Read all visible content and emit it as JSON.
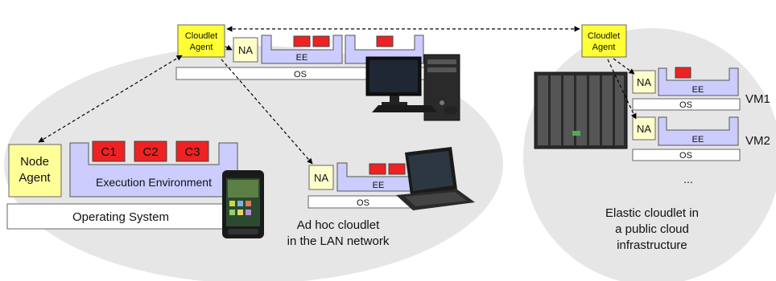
{
  "mobile_node": {
    "node_agent": [
      "Node",
      "Agent"
    ],
    "components": [
      "C1",
      "C2",
      "C3"
    ],
    "execution_environment": "Execution Environment",
    "operating_system": "Operating System"
  },
  "lan_cloudlet": {
    "cloudlet_agent": [
      "Cloudlet",
      "Agent"
    ],
    "desktop": {
      "na": "NA",
      "ee": "EE",
      "os": "OS"
    },
    "laptop": {
      "na": "NA",
      "ee": "EE",
      "os": "OS"
    },
    "caption": [
      "Ad hoc cloudlet",
      "in the LAN network"
    ]
  },
  "public_cloudlet": {
    "cloudlet_agent": [
      "Cloudlet",
      "Agent"
    ],
    "vms": [
      {
        "name": "VM1",
        "na": "NA",
        "ee": "EE",
        "os": "OS"
      },
      {
        "name": "VM2",
        "na": "NA",
        "ee": "EE",
        "os": "OS"
      }
    ],
    "ellipsis": "...",
    "caption": [
      "Elastic cloudlet in",
      "a public cloud",
      "infrastructure"
    ]
  },
  "colors": {
    "region_fill": "#e6e6e6",
    "agent_yellow": "#ffff33",
    "agent_light": "#ffffcc",
    "ee_purple": "#ccccff",
    "component_red": "#ee2222"
  }
}
